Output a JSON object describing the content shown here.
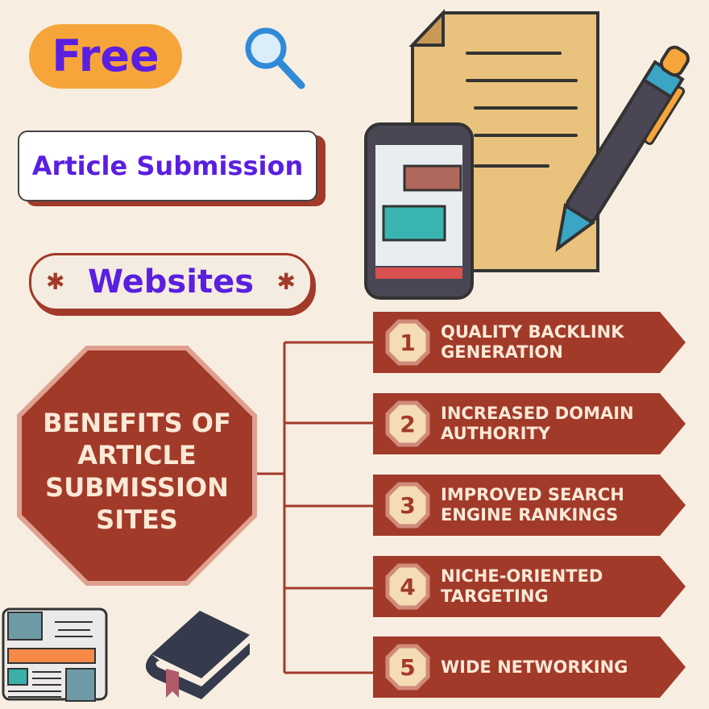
{
  "header": {
    "free_label": "Free",
    "title": "Article Submission",
    "subtitle": "Websites",
    "star_glyph": "✱"
  },
  "center": {
    "title": "BENEFITS OF ARTICLE SUBMISSION SITES"
  },
  "benefits": [
    {
      "number": "1",
      "text": "QUALITY BACKLINK GENERATION"
    },
    {
      "number": "2",
      "text": "INCREASED DOMAIN AUTHORITY"
    },
    {
      "number": "3",
      "text": "IMPROVED SEARCH ENGINE RANKINGS"
    },
    {
      "number": "4",
      "text": "NICHE-ORIENTED TARGETING"
    },
    {
      "number": "5",
      "text": "WIDE NETWORKING"
    }
  ],
  "colors": {
    "background": "#f7eee1",
    "accent_red": "#a23a2a",
    "purple_text": "#5a1fe0",
    "badge_orange": "#f6a53a"
  }
}
